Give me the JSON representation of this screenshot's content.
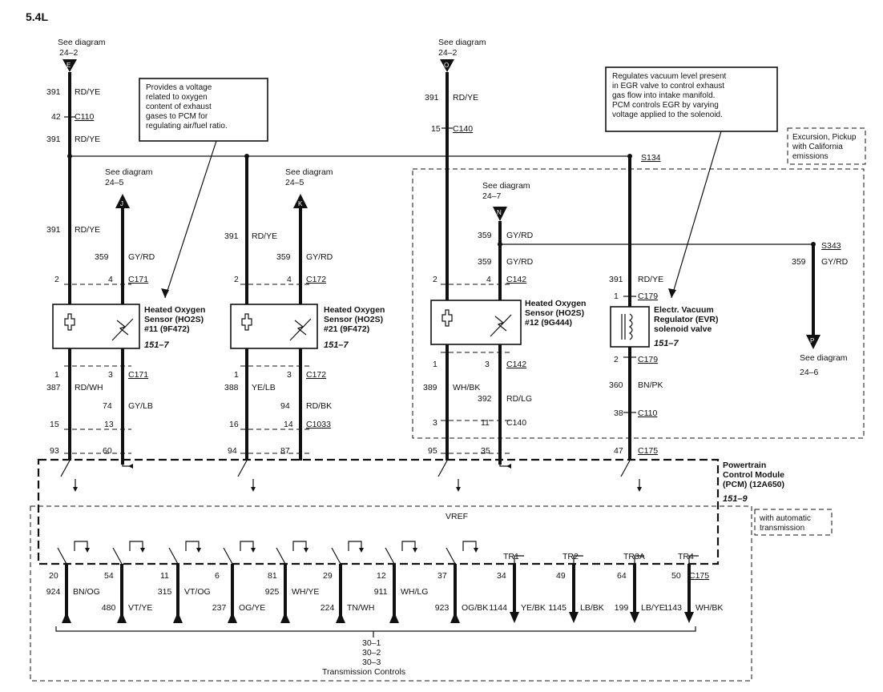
{
  "engine_label": "5.4L",
  "see_diagram": "See diagram",
  "refs": {
    "e": {
      "page": "24–2",
      "letter": "E"
    },
    "j": {
      "page": "24–5",
      "letter": "J"
    },
    "k": {
      "page": "24–5",
      "letter": "K"
    },
    "o": {
      "page": "24–2",
      "letter": "O"
    },
    "n": {
      "page": "24–7",
      "letter": "N"
    },
    "p": {
      "page": "24–6",
      "letter": "P"
    }
  },
  "notes": {
    "o2_note": [
      "Provides a voltage",
      "related to oxygen",
      "content of exhaust",
      "gases to PCM for",
      "regulating air/fuel ratio."
    ],
    "egr_note": [
      "Regulates vacuum level present",
      "in EGR valve to control exhaust",
      "gas flow into intake manifold.",
      "PCM controls EGR by varying",
      "voltage applied to the solenoid."
    ],
    "excursion_note": [
      "Excursion, Pickup",
      "with California",
      "emissions"
    ],
    "auto_trans_note": [
      "with automatic",
      "transmission"
    ]
  },
  "splices": {
    "s134": "S134",
    "s343": "S343",
    "s175": "C175"
  },
  "left_column": {
    "w391a": "391",
    "c391a": "RD/YE",
    "pin42": "42",
    "c110": "C110",
    "w391b": "391",
    "c391b": "RD/YE",
    "w391c": "391",
    "c391c": "RD/YE",
    "w359": "359",
    "c359": "GY/RD",
    "pin2": "2",
    "pin4": "4",
    "c171a": "C171",
    "pin1": "1",
    "pin3": "3",
    "c171b": "C171",
    "w387": "387",
    "c387": "RD/WH",
    "w74": "74",
    "c74": "GY/LB",
    "pin15": "15",
    "pin13": "13",
    "pin93": "93",
    "pin60": "60"
  },
  "mid_column": {
    "w391": "391",
    "c391": "RD/YE",
    "w359": "359",
    "c359": "GY/RD",
    "pin2": "2",
    "pin4": "4",
    "c172a": "C172",
    "pin1": "1",
    "pin3": "3",
    "c172b": "C172",
    "w388": "388",
    "c388": "YE/LB",
    "w94": "94",
    "c94": "RD/BK",
    "pin16": "16",
    "pin14": "14",
    "c1033": "C1033",
    "pin94": "94",
    "pin87": "87"
  },
  "right_column": {
    "w391a": "391",
    "c391a": "RD/YE",
    "pin15": "15",
    "c140": "C140",
    "w359a": "359",
    "c359a": "GY/RD",
    "w359b": "359",
    "c359b": "GY/RD",
    "pin2": "2",
    "pin4": "4",
    "c142a": "C142",
    "pin1": "1",
    "pin3": "3",
    "c142b": "C142",
    "w389": "389",
    "c389": "WH/BK",
    "w392": "392",
    "c392": "RD/LG",
    "pin3b": "3",
    "pin11": "11",
    "c140b": "C140",
    "pin95": "95",
    "pin35": "35"
  },
  "egr_column": {
    "w391": "391",
    "c391": "RD/YE",
    "pin1": "1",
    "c179a": "C179",
    "pin2": "2",
    "c179b": "C179",
    "w360": "360",
    "c360": "BN/PK",
    "pin38": "38",
    "c110": "C110",
    "pin47": "47",
    "c175": "C175",
    "w359": "359",
    "c359": "GY/RD"
  },
  "components": {
    "ho2s11": [
      "Heated Oxygen",
      "Sensor (HO2S)",
      "#11 (9F472)"
    ],
    "ho2s11_ref": "151–7",
    "ho2s21": [
      "Heated Oxygen",
      "Sensor (HO2S)",
      "#21 (9F472)"
    ],
    "ho2s21_ref": "151–7",
    "ho2s12": [
      "Heated Oxygen",
      "Sensor (HO2S)",
      "#12 (9G444)"
    ],
    "evr": [
      "Electr. Vacuum",
      "Regulator (EVR)",
      "solenoid valve"
    ],
    "evr_ref": "151–7",
    "pcm": [
      "Powertrain",
      "Control Module",
      "(PCM) (12A650)"
    ],
    "pcm_ref": "151–9",
    "vref": "VREF"
  },
  "bottom_wires": [
    {
      "pin": "20",
      "circuit": "924",
      "color": "BN/OG",
      "dir": "up"
    },
    {
      "pin": "54",
      "circuit": "480",
      "color": "VT/YE",
      "dir": "up"
    },
    {
      "pin": "11",
      "circuit": "315",
      "color": "VT/OG",
      "dir": "up"
    },
    {
      "pin": "6",
      "circuit": "237",
      "color": "OG/YE",
      "dir": "up"
    },
    {
      "pin": "81",
      "circuit": "925",
      "color": "WH/YE",
      "dir": "up"
    },
    {
      "pin": "29",
      "circuit": "224",
      "color": "TN/WH",
      "dir": "up"
    },
    {
      "pin": "12",
      "circuit": "911",
      "color": "WH/LG",
      "dir": "up"
    },
    {
      "pin": "37",
      "circuit": "923",
      "color": "OG/BK",
      "dir": "up"
    },
    {
      "pin": "34",
      "circuit": "1144",
      "color": "YE/BK",
      "dir": "down",
      "tag": "TR1"
    },
    {
      "pin": "49",
      "circuit": "1145",
      "color": "LB/BK",
      "dir": "down",
      "tag": "TR2"
    },
    {
      "pin": "64",
      "circuit": "199",
      "color": "LB/YE",
      "dir": "down",
      "tag": "TR3A"
    },
    {
      "pin": "50",
      "circuit": "1143",
      "color": "WH/BK",
      "dir": "down",
      "tag": "TR4"
    }
  ],
  "bottom_connector": "C175",
  "trans_refs": [
    "30–1",
    "30–2",
    "30–3"
  ],
  "trans_label": "Transmission Controls"
}
